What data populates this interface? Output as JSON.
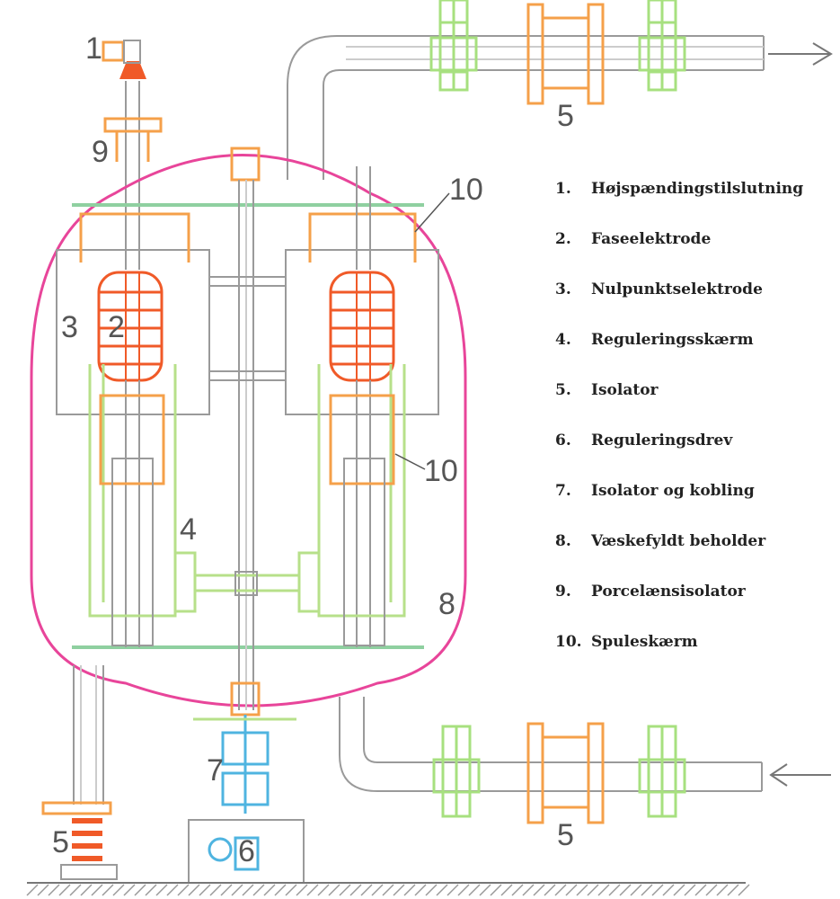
{
  "colors": {
    "vessel": "#e8459a",
    "structure": "#9a9a9a",
    "electrode": "#f05a28",
    "shield": "#f5a04a",
    "green_plate": "#8fd0a0",
    "green_part": "#b7e08a",
    "flange": "#a7e07f",
    "drive": "#4fb4e0",
    "ground": "#777777"
  },
  "callouts": {
    "c1": "1",
    "c9": "9",
    "c10a": "10",
    "c3": "3",
    "c2": "2",
    "c10b": "10",
    "c4": "4",
    "c8": "8",
    "c7": "7",
    "c6": "6",
    "c5a": "5",
    "c5b": "5",
    "c5c": "5"
  },
  "legend": [
    {
      "num": "1.",
      "label": "Højspændingstilslutning"
    },
    {
      "num": "2.",
      "label": "Faseelektrode"
    },
    {
      "num": "3.",
      "label": "Nulpunktselektrode"
    },
    {
      "num": "4.",
      "label": "Reguleringsskærm"
    },
    {
      "num": "5.",
      "label": "Isolator"
    },
    {
      "num": "6.",
      "label": "Reguleringsdrev"
    },
    {
      "num": "7.",
      "label": "Isolator og kobling"
    },
    {
      "num": "8.",
      "label": "Væskefyldt beholder"
    },
    {
      "num": "9.",
      "label": "Porcelænsisolator"
    },
    {
      "num": "10.",
      "label": "Spuleskærm"
    }
  ]
}
